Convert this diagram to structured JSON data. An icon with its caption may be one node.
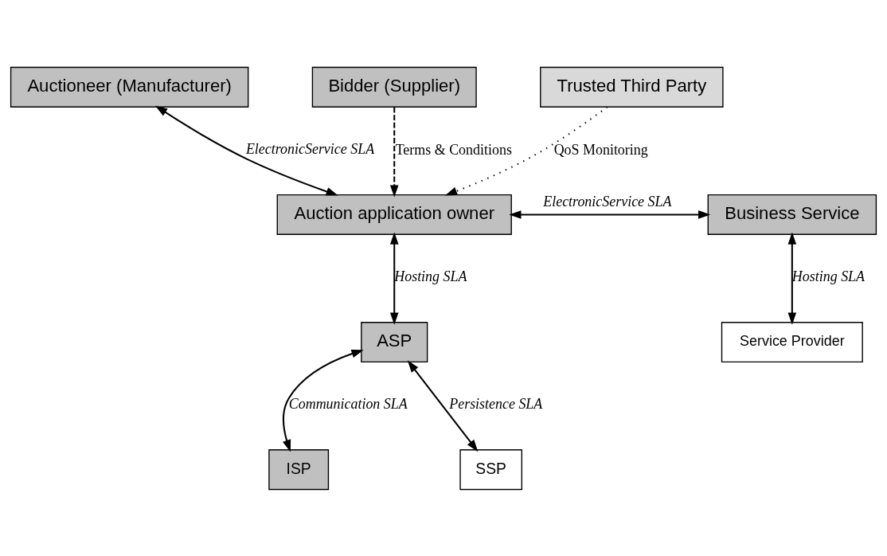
{
  "diagram": {
    "nodes": [
      {
        "text": [
          "Auctioneer (Manufacturer)"
        ]
      },
      {
        "text": [
          "Bidder (Supplier)"
        ]
      },
      {
        "text": [
          "Trusted Third Party"
        ]
      },
      {
        "text": [
          "Auction application owner"
        ]
      },
      {
        "text": [
          "Business Service"
        ]
      },
      {
        "text": [
          "ASP"
        ]
      },
      {
        "text": [
          "Service Provider"
        ]
      },
      {
        "text": [
          "ISP"
        ]
      },
      {
        "text": [
          "SSP"
        ]
      }
    ],
    "edges": [
      {
        "from": 0,
        "to": 3,
        "arrow": "both",
        "label": "ElectronicService SLA"
      },
      {
        "from": 1,
        "to": 3,
        "arrow": "to",
        "label": "Terms & Conditions",
        "style": "dashed"
      },
      {
        "from": 2,
        "to": 3,
        "arrow": "to",
        "label": "QoS Monitoring",
        "style": "dashed"
      },
      {
        "from": 3,
        "to": 4,
        "arrow": "both",
        "label": "ElectronicService SLA"
      },
      {
        "from": 3,
        "to": 5,
        "arrow": "both",
        "label": "Hosting SLA"
      },
      {
        "from": 4,
        "to": 6,
        "arrow": "both",
        "label": "Hosting SLA"
      },
      {
        "from": 5,
        "to": 7,
        "arrow": "both",
        "label": "Communication SLA"
      },
      {
        "from": 5,
        "to": 8,
        "arrow": "both",
        "label": "Persistence SLA"
      }
    ]
  }
}
